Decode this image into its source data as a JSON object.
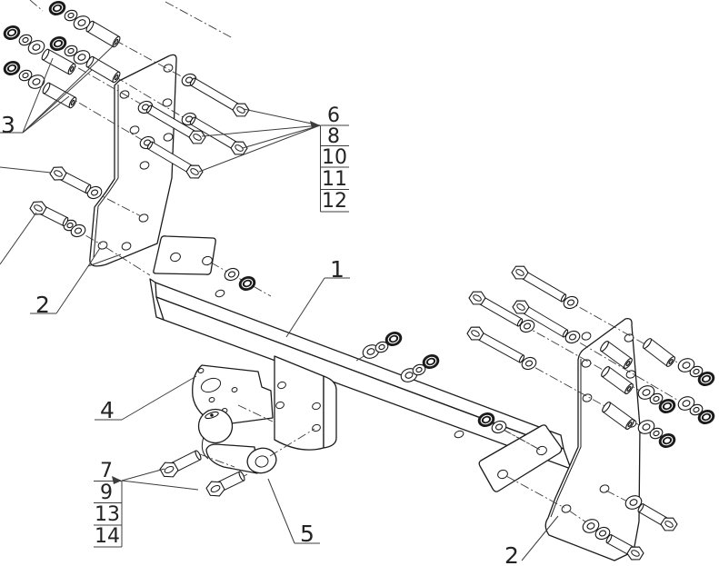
{
  "diagram": {
    "background_color": "#ffffff",
    "line_color": "#1b1b1b",
    "annotation_line_color": "#3c3c3c",
    "callouts": {
      "part1": "1",
      "part2_left": "2",
      "part2_right": "2",
      "part3": "3",
      "part4": "4",
      "part5": "5"
    },
    "hardware_table_right": {
      "rows": [
        "6",
        "8",
        "10",
        "11",
        "12"
      ]
    },
    "hardware_table_left": {
      "rows": [
        "7",
        "9",
        "13",
        "14"
      ]
    }
  }
}
